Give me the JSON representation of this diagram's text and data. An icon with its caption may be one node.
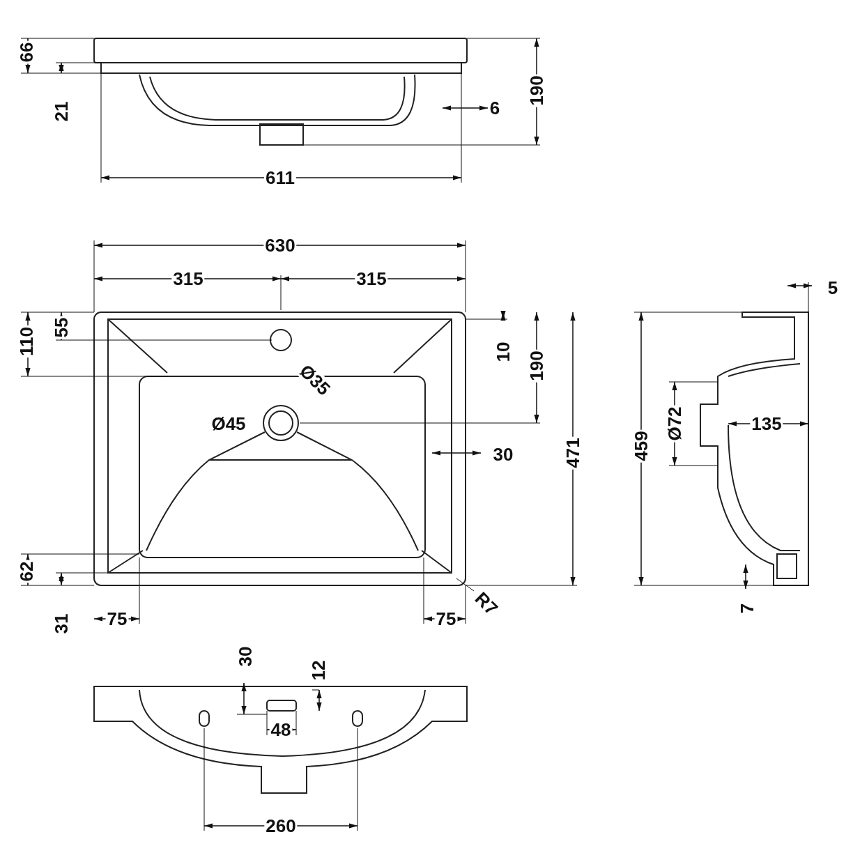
{
  "diagram": {
    "labels": [
      "66",
      "21",
      "6",
      "190",
      "611",
      "630",
      "315",
      "315",
      "55",
      "110",
      "10",
      "190",
      "Ø35",
      "Ø45",
      "30",
      "471",
      "62",
      "31",
      "75",
      "75",
      "R7",
      "5",
      "Ø72",
      "135",
      "459",
      "7",
      "30",
      "12",
      "48",
      "260"
    ]
  }
}
